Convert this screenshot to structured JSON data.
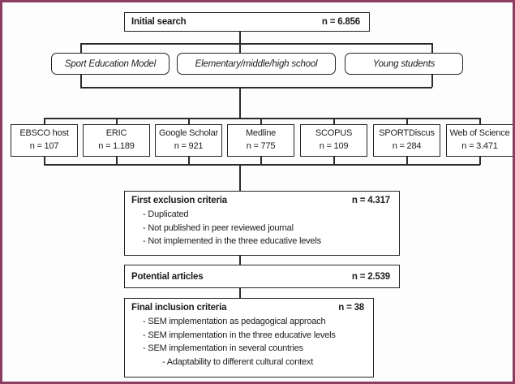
{
  "frame": {
    "border_color": "#8a3f62",
    "background": "#fdfdfe",
    "line_color": "#2b2b2b"
  },
  "initial_search": {
    "label": "Initial search",
    "n": "n = 6.856"
  },
  "keywords": [
    {
      "label": "Sport Education Model"
    },
    {
      "label": "Elementary/middle/high school"
    },
    {
      "label": "Young students"
    }
  ],
  "databases": [
    {
      "name": "EBSCO host",
      "n": "n = 107"
    },
    {
      "name": "ERIC",
      "n": "n = 1.189"
    },
    {
      "name": "Google Scholar",
      "n": "n = 921"
    },
    {
      "name": "Medline",
      "n": "n = 775"
    },
    {
      "name": "SCOPUS",
      "n": "n = 109"
    },
    {
      "name": "SPORTDiscus",
      "n": "n = 284"
    },
    {
      "name": "Web of Science",
      "n": "n = 3.471"
    }
  ],
  "first_exclusion": {
    "label": "First exclusion criteria",
    "n": "n = 4.317",
    "items": [
      "- Duplicated",
      "- Not published in peer reviewed journal",
      "- Not implemented in the three educative levels"
    ]
  },
  "potential_articles": {
    "label": "Potential articles",
    "n": "n = 2.539"
  },
  "final_inclusion": {
    "label": "Final inclusion criteria",
    "n": "n = 38",
    "items": [
      "- SEM implementation as pedagogical approach",
      "- SEM implementation in the three educative levels",
      "- SEM implementation in several countries",
      "- Adaptability to different cultural context"
    ]
  }
}
